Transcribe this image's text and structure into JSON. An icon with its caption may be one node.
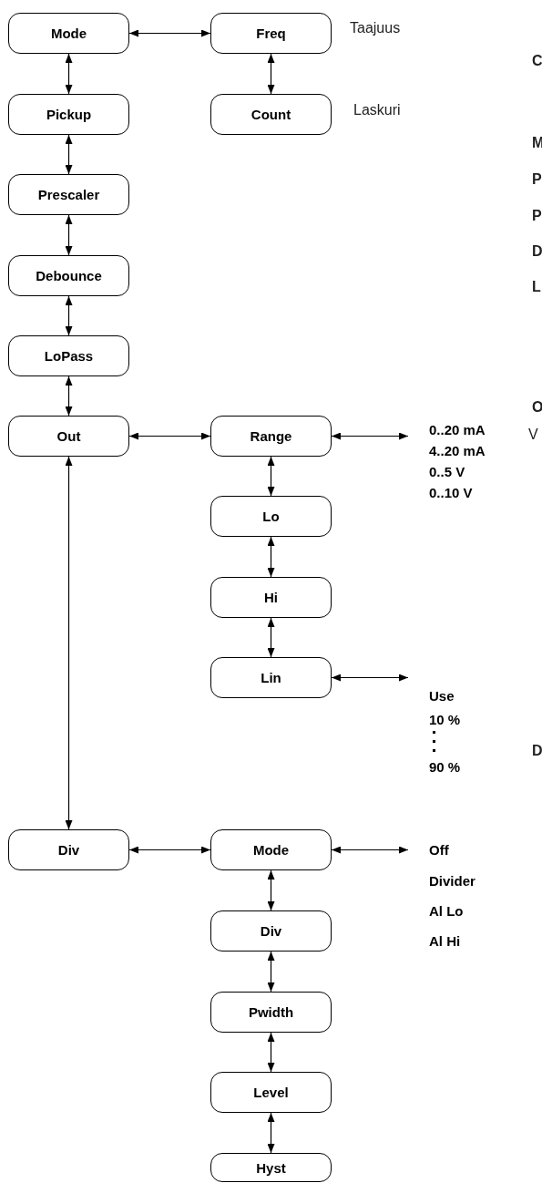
{
  "diagram": {
    "nodes": [
      {
        "text": [
          "Mode"
        ]
      },
      {
        "text": [
          "Freq"
        ],
        "beside": [
          "Taajuus"
        ]
      },
      {
        "text": [
          "Pickup"
        ]
      },
      {
        "text": [
          "Count"
        ],
        "beside": [
          "Laskuri"
        ]
      },
      {
        "text": [
          "Prescaler"
        ]
      },
      {
        "text": [
          "Debounce"
        ]
      },
      {
        "text": [
          "LoPass"
        ]
      },
      {
        "text": [
          "Out"
        ]
      },
      {
        "text": [
          "Range"
        ]
      },
      {
        "text": [
          "0..20 mA",
          "4..20 mA",
          "0..5 V",
          "0..10 V"
        ]
      },
      {
        "text": [
          "Lo"
        ]
      },
      {
        "text": [
          "Hi"
        ]
      },
      {
        "text": [
          "Lin"
        ]
      },
      {
        "text": [
          "Use",
          "10 %",
          "90 %"
        ]
      },
      {
        "text": [
          "Div"
        ]
      },
      {
        "text": [
          "Mode"
        ]
      },
      {
        "text": [
          "Off",
          "Divider",
          "Al Lo",
          "Al Hi"
        ]
      },
      {
        "text": [
          "Div"
        ]
      },
      {
        "text": [
          "Pwidth"
        ]
      },
      {
        "text": [
          "Level"
        ]
      },
      {
        "text": [
          "Hyst"
        ]
      }
    ],
    "edges": [
      {
        "from": 0,
        "to": 1,
        "arrow": "both"
      },
      {
        "from": 0,
        "to": 2,
        "arrow": "both"
      },
      {
        "from": 1,
        "to": 3,
        "arrow": "both"
      },
      {
        "from": 2,
        "to": 4,
        "arrow": "both"
      },
      {
        "from": 4,
        "to": 5,
        "arrow": "both"
      },
      {
        "from": 5,
        "to": 6,
        "arrow": "both"
      },
      {
        "from": 6,
        "to": 7,
        "arrow": "both"
      },
      {
        "from": 7,
        "to": 8,
        "arrow": "both"
      },
      {
        "from": 8,
        "to": 9,
        "arrow": "both"
      },
      {
        "from": 8,
        "to": 10,
        "arrow": "both"
      },
      {
        "from": 10,
        "to": 11,
        "arrow": "both"
      },
      {
        "from": 11,
        "to": 12,
        "arrow": "both"
      },
      {
        "from": 12,
        "to": 13,
        "arrow": "both"
      },
      {
        "from": 7,
        "to": 14,
        "arrow": "both"
      },
      {
        "from": 14,
        "to": 15,
        "arrow": "both"
      },
      {
        "from": 15,
        "to": 16,
        "arrow": "both"
      },
      {
        "from": 15,
        "to": 17,
        "arrow": "both"
      },
      {
        "from": 17,
        "to": 18,
        "arrow": "both"
      },
      {
        "from": 18,
        "to": 19,
        "arrow": "both"
      },
      {
        "from": 19,
        "to": 20,
        "arrow": "both"
      }
    ],
    "labels": [
      "C",
      "M",
      "P",
      "P",
      "D",
      "L",
      "O",
      "V",
      "D"
    ]
  }
}
